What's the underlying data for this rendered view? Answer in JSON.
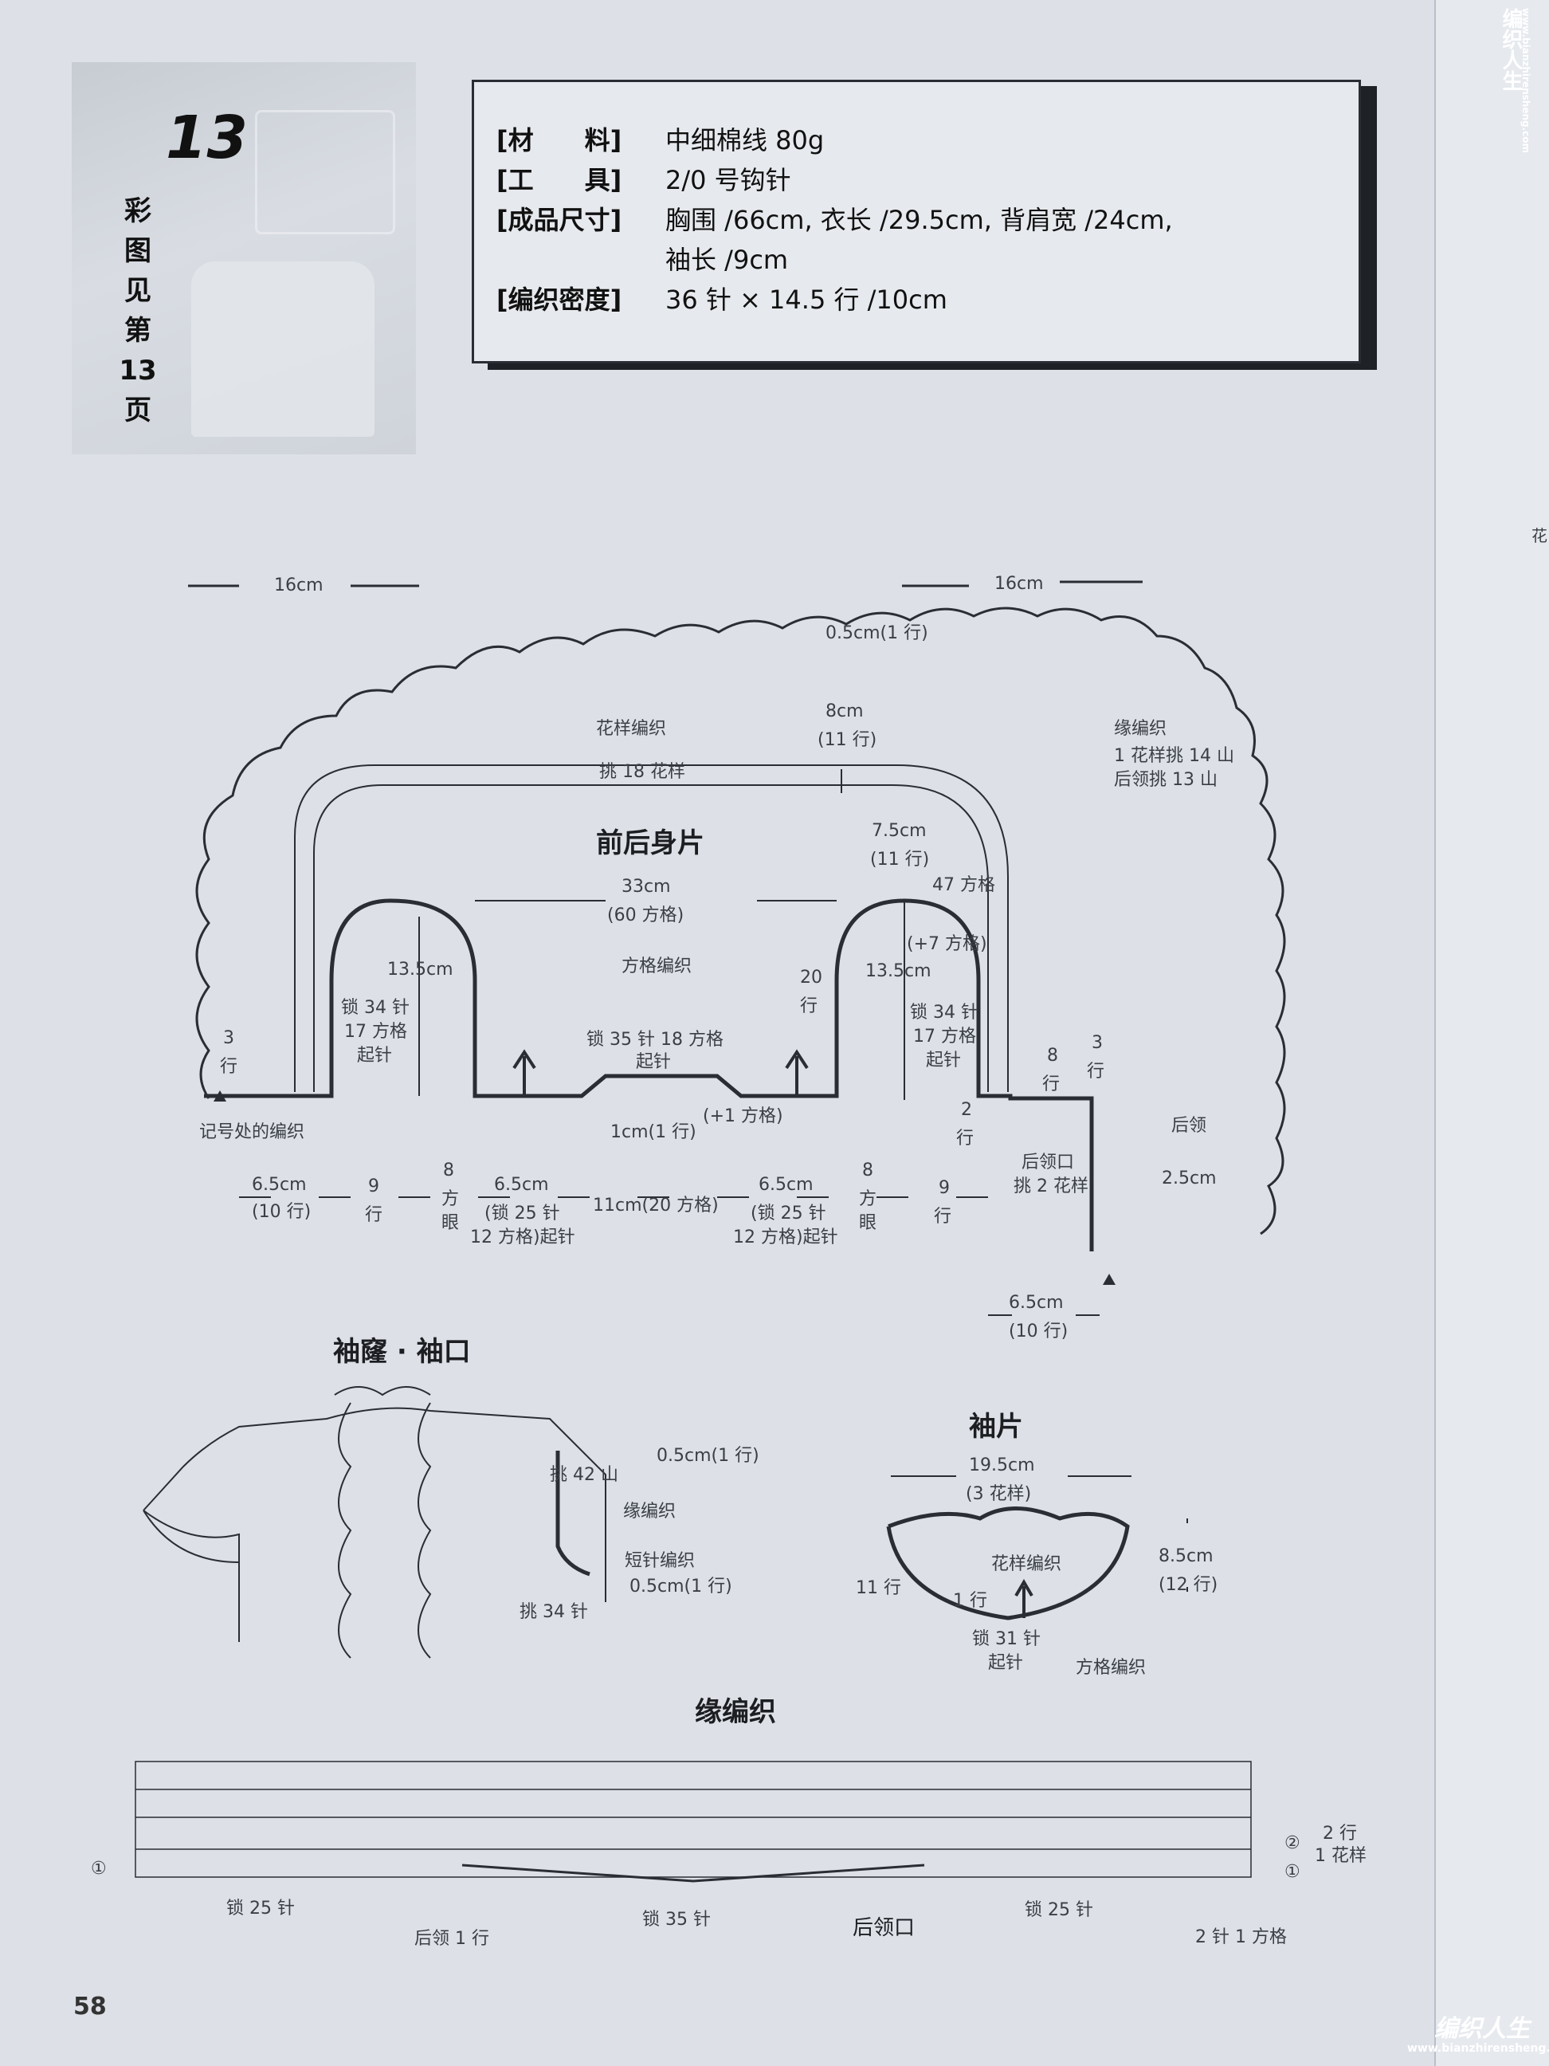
{
  "pattern": {
    "number": "13",
    "side_note": "彩图见第13页"
  },
  "materials": [
    {
      "key": "[材　　料]",
      "value": "中细棉线 80g"
    },
    {
      "key": "[工　　具]",
      "value": "2/0 号钩针"
    },
    {
      "key": "[成品尺寸]",
      "value": "胸围 /66cm, 衣长 /29.5cm, 背肩宽 /24cm,"
    },
    {
      "key": "",
      "value": "袖长 /9cm"
    },
    {
      "key": "[编织密度]",
      "value": "36 针 × 14.5 行 /10cm"
    }
  ],
  "body_diagram": {
    "title": "前后身片",
    "top_left": "16cm",
    "top_right": "16cm",
    "border_top": "0.5cm(1 行)",
    "yoke_h1": "8cm",
    "yoke_h1b": "(11 行)",
    "yoke_h2": "7.5cm",
    "yoke_h2b": "(11 行)",
    "pattern_knit": "花样编织",
    "pick18": "挑 18 花样",
    "edge_knit": "缘编织",
    "edge1": "1 花样挑 14 山",
    "edge2": "后领挑 13 山",
    "sq47": "47 方格",
    "center33": "33cm",
    "center60": "(60 方格)",
    "plus7": "(+7 方格)",
    "filet": "方格编织",
    "arm_left": "13.5cm",
    "arm_right": "13.5cm",
    "h20a": "20",
    "h20b": "行",
    "chain34a": "锁 34 针",
    "chain34b": "17 方格",
    "chain34c": "起针",
    "chain34d": "锁 34 针",
    "chain34e": "17 方格",
    "chain34f": "起针",
    "chain35a": "锁 35 针 18 方格",
    "chain35b": "起针",
    "row1": "1cm(1 行)",
    "plus1": "(+1 方格)",
    "left3a": "3",
    "left3b": "行",
    "right3a": "3",
    "right3b": "行",
    "mark": "记号处的编织",
    "r8a": "8",
    "r8b": "行",
    "r2a": "2",
    "r2b": "行",
    "back_neck": "后领",
    "neckline_a": "后领口",
    "neckline_b": "挑 2 花样",
    "edge25": "2.5cm",
    "bottom65": "6.5cm",
    "bottom10": "(10 行)",
    "dims": [
      {
        "t": "6.5cm",
        "t2": "(10 行)"
      },
      {
        "t": "9",
        "t2": "行"
      },
      {
        "t": "8",
        "t2": "方",
        "t3": "眼"
      },
      {
        "t": "6.5cm",
        "t2": "(锁 25 针",
        "t3": "12 方格)起针"
      },
      {
        "t": "11cm(20 方格)"
      },
      {
        "t": "6.5cm",
        "t2": "(锁 25 针",
        "t3": "12 方格)起针"
      },
      {
        "t": "8",
        "t2": "方",
        "t3": "眼"
      },
      {
        "t": "9",
        "t2": "行"
      }
    ]
  },
  "armhole": {
    "title": "袖窿 · 袖口",
    "pick42": "挑 42 山",
    "r05a": "0.5cm(1 行)",
    "edge": "缘编织",
    "short": "短针编织",
    "r05b": "0.5cm(1 行)",
    "pick34": "挑 34 针"
  },
  "sleeve": {
    "title": "袖片",
    "w": "19.5cm",
    "w2": "(3 花样)",
    "pattern": "花样编织",
    "h": "8.5cm",
    "h2": "(12 行)",
    "r11": "11 行",
    "r1": "1 行",
    "chain31": "锁 31 针",
    "chain31b": "起针",
    "filet": "方格编织"
  },
  "edge_chart": {
    "title": "缘编织",
    "c1": "①",
    "c2": "②",
    "c1r": "①",
    "l25a": "锁 25 针",
    "l35": "锁 35 针",
    "l25b": "锁 25 针",
    "neck1": "后领 1 行",
    "neck": "后领口",
    "rep1": "2 行",
    "rep2": "1 花样",
    "sq": "2 针 1 方格"
  },
  "page_number": "58",
  "watermark": "编织人生",
  "watermark_url": "www.bianzhirensheng.com",
  "right_margin_text": "花",
  "colors": {
    "ink": "#2a2d33",
    "paper": "#dde1e7"
  }
}
